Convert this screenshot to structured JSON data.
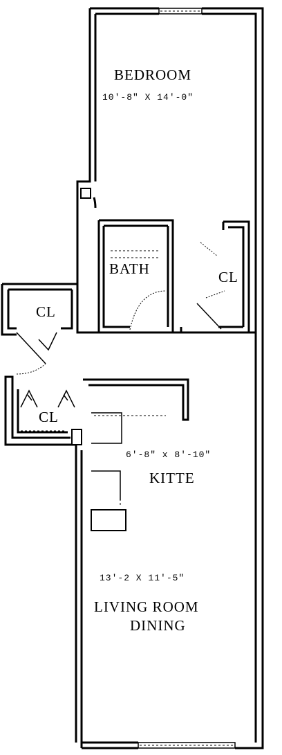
{
  "rooms": {
    "bedroom": {
      "name": "BEDROOM",
      "dims": "10'-8\" X 14'-0\""
    },
    "bath": {
      "name": "BATH"
    },
    "closet_right": {
      "name": "CL"
    },
    "closet_left": {
      "name": "CL"
    },
    "closet_lower": {
      "name": "CL"
    },
    "kitchen": {
      "name": "KITTE",
      "dims": "6'-8\" x 8'-10\""
    },
    "living": {
      "name_line1": "LIVING ROOM",
      "name_line2": "DINING",
      "dims": "13'-2 X 11'-5\""
    }
  }
}
